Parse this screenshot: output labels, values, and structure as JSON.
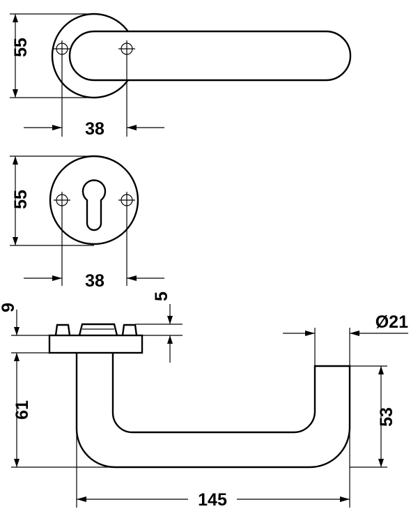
{
  "dimensions": {
    "rose_height_top": "55",
    "screw_spacing_top": "38",
    "rose_height_mid": "55",
    "screw_spacing_mid": "38",
    "rose_thickness": "9",
    "cap_height": "5",
    "handle_diameter": "Ø21",
    "projection": "61",
    "grip_height": "53",
    "handle_length": "145"
  }
}
